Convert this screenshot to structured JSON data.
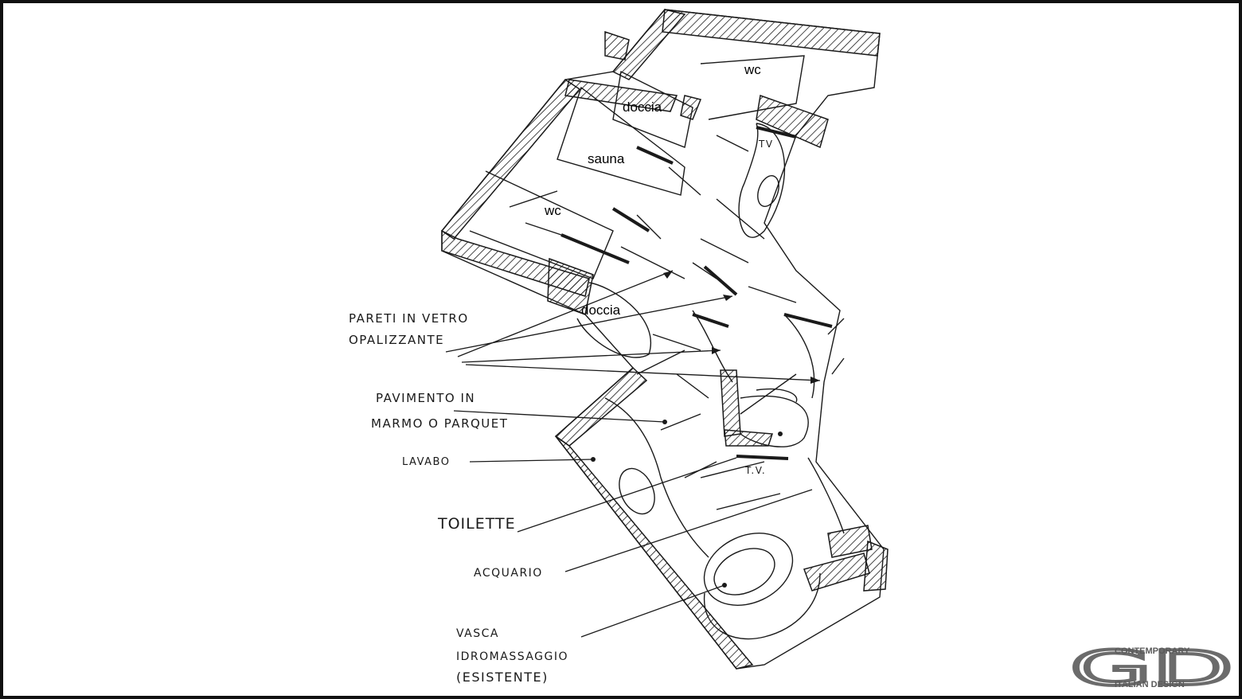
{
  "rooms": {
    "wc_top": "wc",
    "doccia_top": "doccia",
    "sauna": "sauna",
    "wc_left": "wc",
    "doccia_mid": "doccia",
    "tv_top": "TV",
    "tv_mid": "T.V."
  },
  "annotations": {
    "pareti_1": "PARETI IN VETRO",
    "pareti_2": "OPALIZZANTE",
    "pavimento_1": "PAVIMENTO IN",
    "pavimento_2": "MARMO O PARQUET",
    "lavabo": "LAVABO",
    "toilette": "TOILETTE",
    "acquario": "ACQUARIO",
    "vasca_1": "VASCA",
    "vasca_2": "IDROMASSAGGIO",
    "vasca_3": "(ESISTENTE)"
  },
  "logo": {
    "mark": "GD",
    "top": "CONTEMPORARY",
    "bottom": "ITALIAN DESIGN"
  },
  "colors": {
    "line": "#1a1a1a",
    "border": "#111111",
    "logo": "#6b6b6b"
  }
}
